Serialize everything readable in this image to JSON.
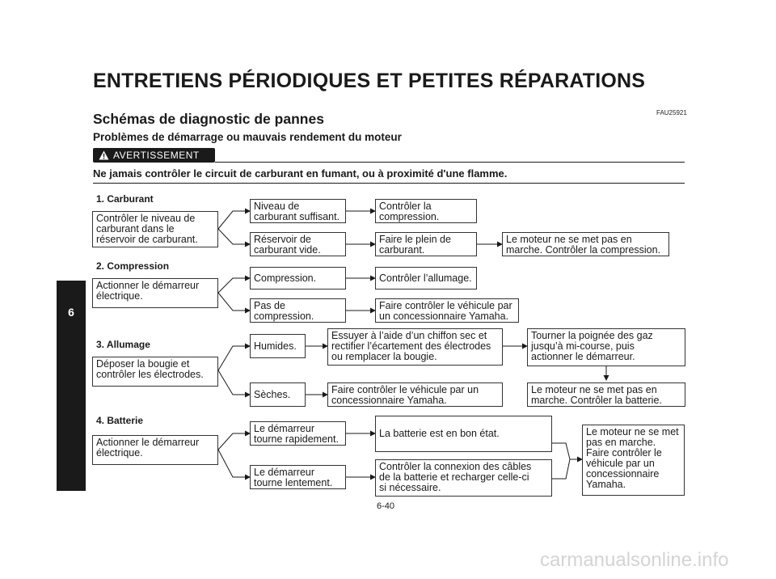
{
  "header": {
    "title": "ENTRETIENS PÉRIODIQUES ET PETITES RÉPARATIONS",
    "doc_code": "FAU25921"
  },
  "section_title": "Schémas de diagnostic de pannes",
  "subsection_title": "Problèmes de démarrage ou mauvais rendement du moteur",
  "warning": {
    "label": "AVERTISSEMENT",
    "icon": "warning-triangle-icon",
    "text": "Ne jamais contrôler le circuit de carburant en fumant, ou à proximité d'une flamme."
  },
  "side_tab": "6",
  "flowchart": {
    "fuel": {
      "heading": "1. Carburant",
      "start": "Contrôler le niveau de\ncarburant dans le\nréservoir de carburant.",
      "sufficient": "Niveau de\ncarburant suffisant.",
      "check_compression": "Contrôler la\ncompression.",
      "empty": "Réservoir de\ncarburant vide.",
      "refuel": "Faire le plein de\ncarburant.",
      "result": "Le moteur ne se met pas en\nmarche. Contrôler la compression."
    },
    "compression": {
      "heading": "2. Compression",
      "start": "Actionner le démarreur\nélectrique.",
      "ok": "Compression.",
      "check_ignition": "Contrôler l’allumage.",
      "none": "Pas de\ncompression.",
      "dealer": "Faire contrôler le véhicule par\nun concessionnaire Yamaha."
    },
    "ignition": {
      "heading": "3. Allumage",
      "start": "Déposer la bougie et\ncontrôler les électrodes.",
      "wet": "Humides.",
      "wipe": "Essuyer à l’aide d’un chiffon sec et\nrectifier l’écartement des électrodes\nou remplacer la bougie.",
      "throttle": "Tourner la poignée des gaz\njusqu’à mi-course, puis\nactionner le démarreur.",
      "dry": "Sèches.",
      "dealer": "Faire contrôler le véhicule par un\nconcessionnaire Yamaha.",
      "result": "Le moteur ne se met pas en\nmarche. Contrôler la batterie."
    },
    "battery": {
      "heading": "4. Batterie",
      "start": "Actionner le démarreur\nélectrique.",
      "fast": "Le démarreur\ntourne rapidement.",
      "good": "La batterie est en bon état.",
      "slow": "Le démarreur\ntourne lentement.",
      "check_connections": "Contrôler la connexion des câbles\nde la batterie et recharger celle-ci\nsi nécessaire.",
      "result": "Le moteur ne se met\npas en marche.\nFaire contrôler le\nvéhicule par un\nconcessionnaire\nYamaha."
    }
  },
  "page_number": "6-40",
  "watermark": "carmanualsonline.info"
}
